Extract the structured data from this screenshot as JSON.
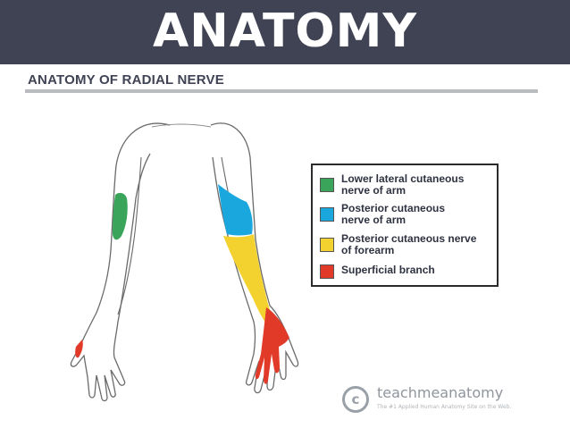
{
  "header": {
    "title": "ANATOMY"
  },
  "subtitle": "ANATOMY OF RADIAL NERVE",
  "legend": {
    "items": [
      {
        "label_line1": "Lower lateral cutaneous",
        "label_line2": "nerve of arm",
        "color": "#3aa55a"
      },
      {
        "label_line1": "Posterior cutaneous",
        "label_line2": "nerve of arm",
        "color": "#1aa7dd"
      },
      {
        "label_line1": "Posterior cutaneous nerve",
        "label_line2": "of forearm",
        "color": "#f3d12e"
      },
      {
        "label_line1": "Superficial branch",
        "label_line2": "",
        "color": "#e23a28"
      }
    ]
  },
  "colors": {
    "header_bg": "#3f4354",
    "outline": "#6b6b6b"
  },
  "watermark": {
    "name": "teachmeanatomy",
    "tagline": "The #1 Applied Human Anatomy Site on the Web."
  }
}
